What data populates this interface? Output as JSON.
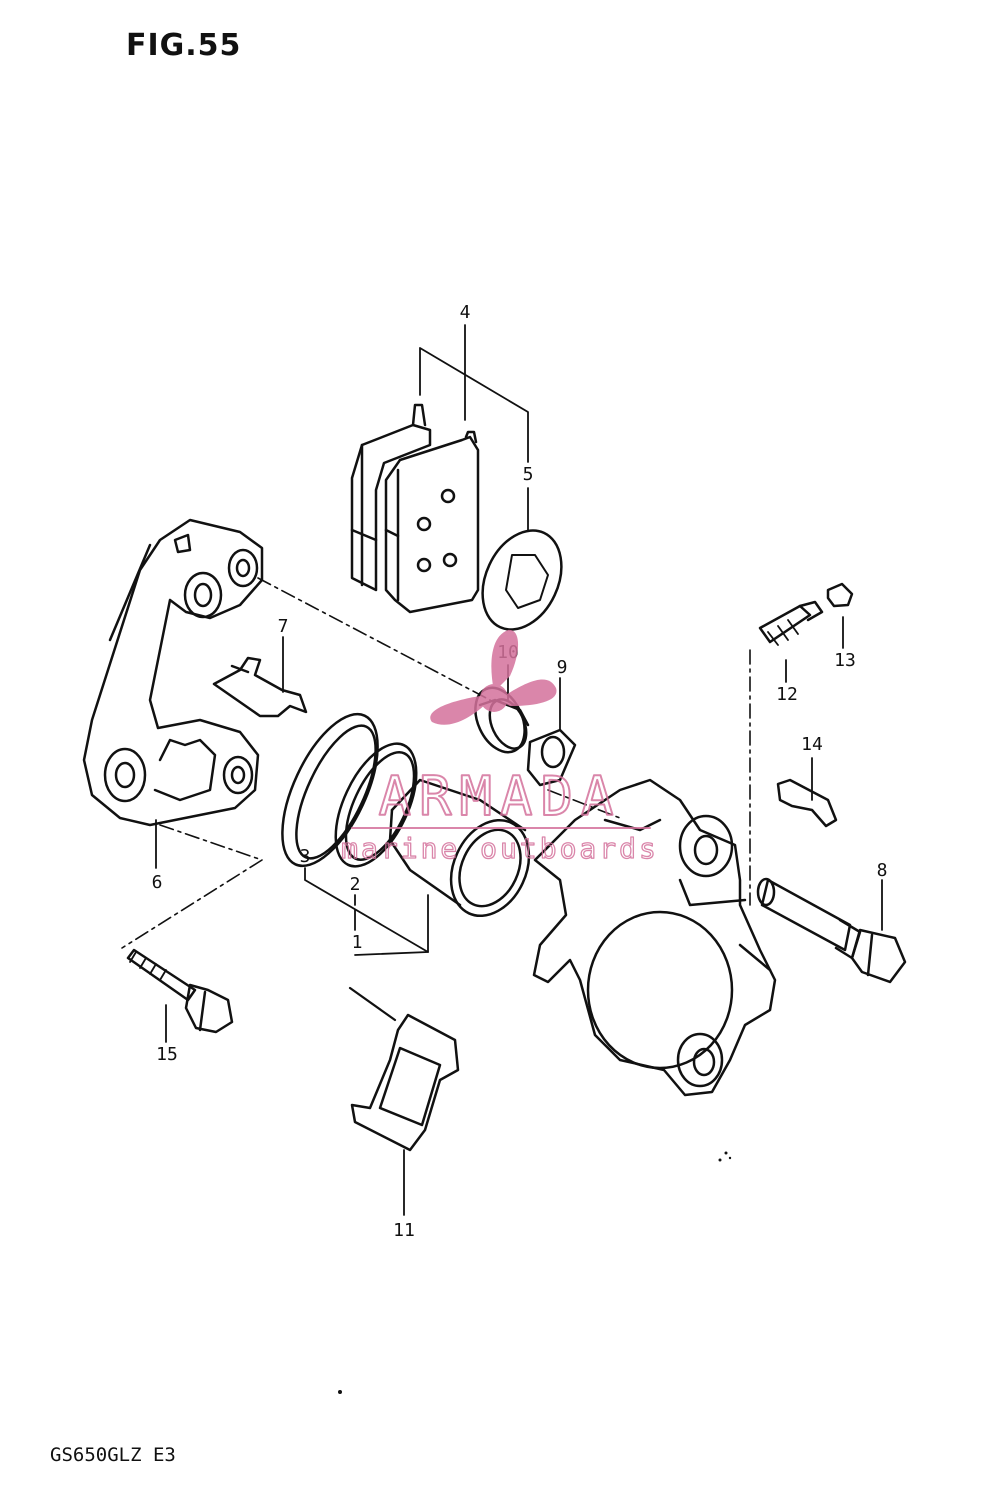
{
  "figure": {
    "title": "FIG.55",
    "model": "GS650GLZ E3"
  },
  "watermark": {
    "brand": "ARMADA",
    "tagline": "marine outboards",
    "color": "#d4729c"
  },
  "parts": [
    {
      "ref": "1"
    },
    {
      "ref": "2"
    },
    {
      "ref": "3"
    },
    {
      "ref": "4"
    },
    {
      "ref": "5"
    },
    {
      "ref": "6"
    },
    {
      "ref": "7"
    },
    {
      "ref": "8"
    },
    {
      "ref": "9"
    },
    {
      "ref": "10"
    },
    {
      "ref": "11"
    },
    {
      "ref": "12"
    },
    {
      "ref": "13"
    },
    {
      "ref": "14"
    },
    {
      "ref": "15"
    }
  ]
}
